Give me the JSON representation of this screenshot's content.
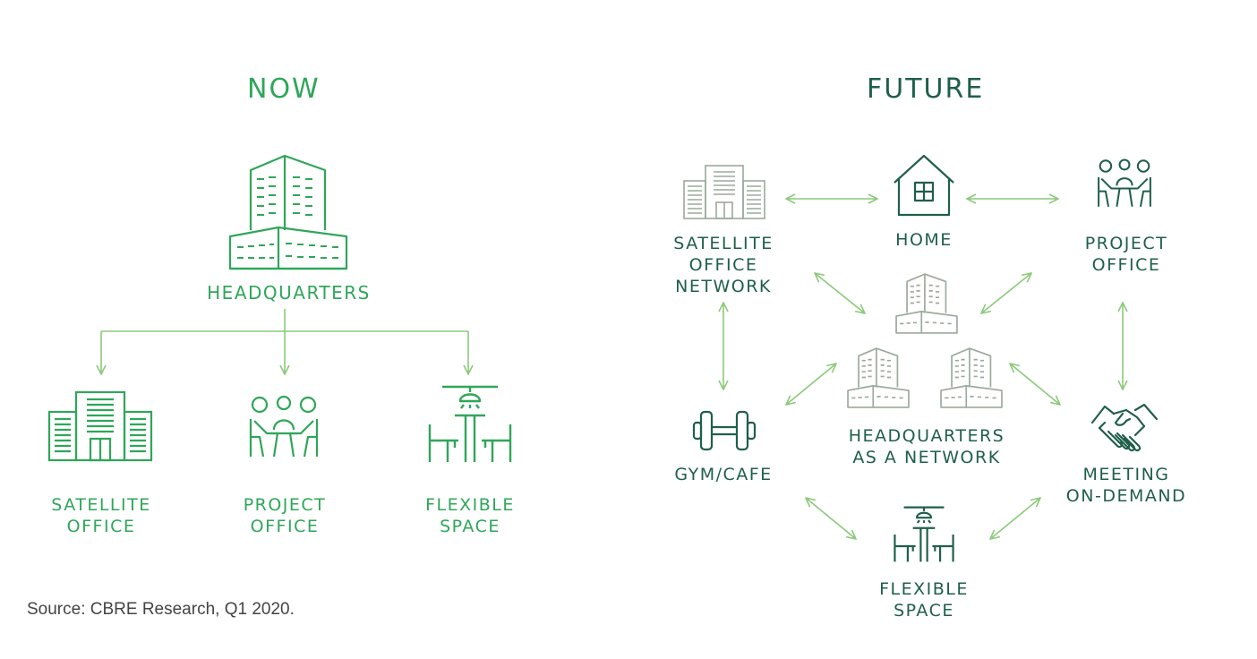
{
  "now": {
    "title": "NOW",
    "headquarters": "HEADQUARTERS",
    "satellite_office": "SATELLITE\nOFFICE",
    "project_office": "PROJECT\nOFFICE",
    "flexible_space": "FLEXIBLE\nSPACE"
  },
  "future": {
    "title": "FUTURE",
    "satellite_office_network": "SATELLITE\nOFFICE\nNETWORK",
    "home": "HOME",
    "project_office": "PROJECT\nOFFICE",
    "headquarters_network": "HEADQUARTERS\nAS A NETWORK",
    "gym_cafe": "GYM/CAFE",
    "meeting_on_demand": "MEETING\nON-DEMAND",
    "flexible_space": "FLEXIBLE\nSPACE"
  },
  "source": "Source: CBRE Research, Q1 2020.",
  "colors": {
    "now_green": "#2fa659",
    "future_dark_green": "#1f5f4a",
    "arrow_light_green": "#8bc97a",
    "future_icon_gray": "#9aaa9c"
  }
}
